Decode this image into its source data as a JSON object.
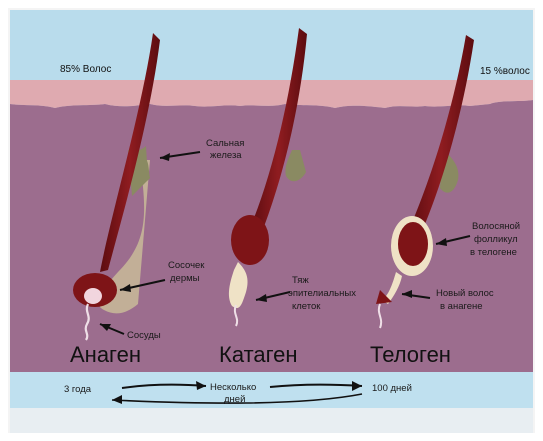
{
  "colors": {
    "sky": "#b9dcec",
    "epidermis": "#dfaab0",
    "dermis": "#9c6d8e",
    "hair": "#7e1417",
    "gland": "#8a8a62",
    "bulb_light": "#efe2c6",
    "cycle_bar": "#bfe0ef"
  },
  "top_labels": {
    "left": "85% Волос",
    "right": "15 %волос"
  },
  "annotations": {
    "sebaceous_gland": [
      "Сальная",
      "железа"
    ],
    "dermal_papilla": [
      "Сосочек",
      "дермы"
    ],
    "vessels": "Сосуды",
    "epithelial_strand": [
      "Тяж",
      "эпителиальных",
      "клеток"
    ],
    "telogen_follicle": [
      "Волосяной",
      "фолликул",
      "в телогене"
    ],
    "new_hair": [
      "Новый волос",
      "в анагене"
    ]
  },
  "phases": {
    "anagen": "Анаген",
    "catagen": "Катаген",
    "telogen": "Телоген"
  },
  "cycle": {
    "left": "3 года",
    "middle": [
      "Несколько",
      "дней"
    ],
    "right": "100 дней"
  }
}
